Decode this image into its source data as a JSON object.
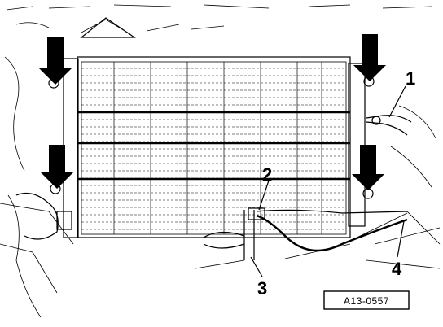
{
  "callouts": {
    "c1": "1",
    "c2": "2",
    "c3": "3",
    "c4": "4"
  },
  "figure_id": "A13-0557",
  "arrow_count": 4
}
